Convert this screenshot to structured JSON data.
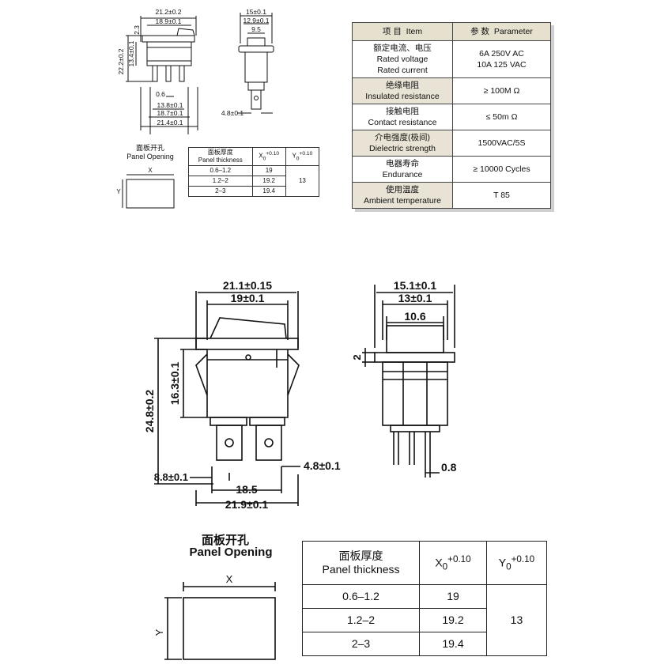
{
  "top_drawing": {
    "front_dims": [
      "21.2±0.2",
      "18.9±0.1",
      "2.3",
      "22.2±0.2",
      "13.4±0.1",
      "0.6",
      "13.8±0.1",
      "18.7±0.1",
      "21.4±0.1"
    ],
    "side_dims": [
      "15±0.1",
      "12.9±0.1",
      "9.5",
      "4.8±0.1"
    ],
    "panel_title_cn": "面板开孔",
    "panel_title_en": "Panel Opening",
    "x_label": "X",
    "y_label": "Y",
    "thickness_table": {
      "header_cn": "面板厚度",
      "header_en": "Panel thickness",
      "x_head": "X",
      "x_tol": "+0.10",
      "x_tol_low": "0",
      "y_head": "Y",
      "y_tol": "+0.10",
      "y_tol_low": "0",
      "rows": [
        {
          "range": "0.6–1.2",
          "x": "19"
        },
        {
          "range": "1.2–2",
          "x": "19.2"
        },
        {
          "range": "2–3",
          "x": "19.4"
        }
      ],
      "y_value": "13"
    }
  },
  "param_table": {
    "head_item_cn": "项 目",
    "head_item_en": "Item",
    "head_param_cn": "参 数",
    "head_param_en": "Parameter",
    "rows": [
      {
        "cn": "额定电流、电压",
        "en1": "Rated voltage",
        "en2": "Rated current",
        "v1": "6A   250V AC",
        "v2": "10A 125 VAC"
      },
      {
        "cn": "绝缘电阻",
        "en1": "Insulated resistance",
        "v1": "≥ 100M Ω"
      },
      {
        "cn": "接触电阻",
        "en1": "Contact resistance",
        "v1": "≤ 50m Ω"
      },
      {
        "cn": "介电强度(极间)",
        "en1": "Dielectric strength",
        "v1": "1500VAC/5S"
      },
      {
        "cn": "电器寿命",
        "en1": "Endurance",
        "v1": "≥ 10000 Cycles"
      },
      {
        "cn": "使用温度",
        "en1": "Ambient temperature",
        "v1": "T 85"
      }
    ]
  },
  "bottom_drawing": {
    "front_dims": {
      "w_outer": "21.1±0.15",
      "w_inner": "19±0.1",
      "h_total": "24.8±0.2",
      "h_body": "16.3±0.1",
      "pin_w": "4.8±0.1",
      "pin_offset": "8.8±0.1",
      "pin_span": "18.5",
      "base_w": "21.9±0.1"
    },
    "side_dims": {
      "w_outer": "15.1±0.1",
      "w_mid": "13±0.1",
      "w_inner": "10.6",
      "h_step": "2",
      "pin_t": "0.8"
    },
    "panel_title_cn": "面板开孔",
    "panel_title_en": "Panel Opening",
    "x_label": "X",
    "y_label": "Y",
    "thickness_table": {
      "header_cn": "面板厚度",
      "header_en": "Panel thickness",
      "x_head": "X",
      "x_tol": "+0.10",
      "x_tol_low": "0",
      "y_head": "Y",
      "y_tol": "+0.10",
      "y_tol_low": "0",
      "rows": [
        {
          "range": "0.6–1.2",
          "x": "19"
        },
        {
          "range": "1.2–2",
          "x": "19.2"
        },
        {
          "range": "2–3",
          "x": "19.4"
        }
      ],
      "y_value": "13"
    }
  }
}
